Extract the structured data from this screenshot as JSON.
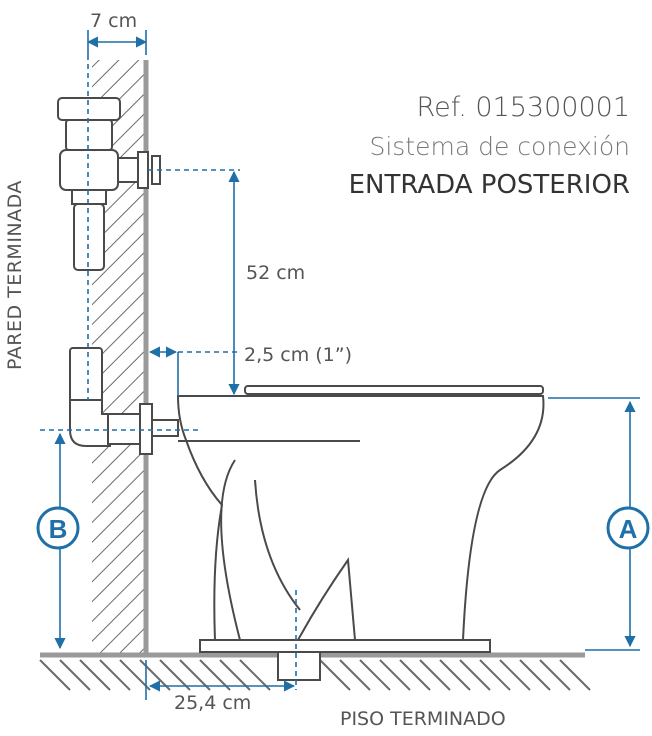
{
  "reference": "Ref. 015300001",
  "system": "Sistema de conexión",
  "entry": "ENTRADA POSTERIOR",
  "labels": {
    "wall": "PARED TERMINADA",
    "floor": "PISO TERMINADO"
  },
  "dimensions": {
    "wall_thickness": "7 cm",
    "valve_height": "52 cm",
    "pipe_offset": "2,5 cm (1”)",
    "floor_offset": "25,4 cm"
  },
  "markers": {
    "a": "A",
    "b": "B"
  },
  "colors": {
    "dimension": "#1f6fa8",
    "outline": "#4a4a4a",
    "hatch": "#666666",
    "wall": "#9a9a9a",
    "text": "#555555"
  }
}
